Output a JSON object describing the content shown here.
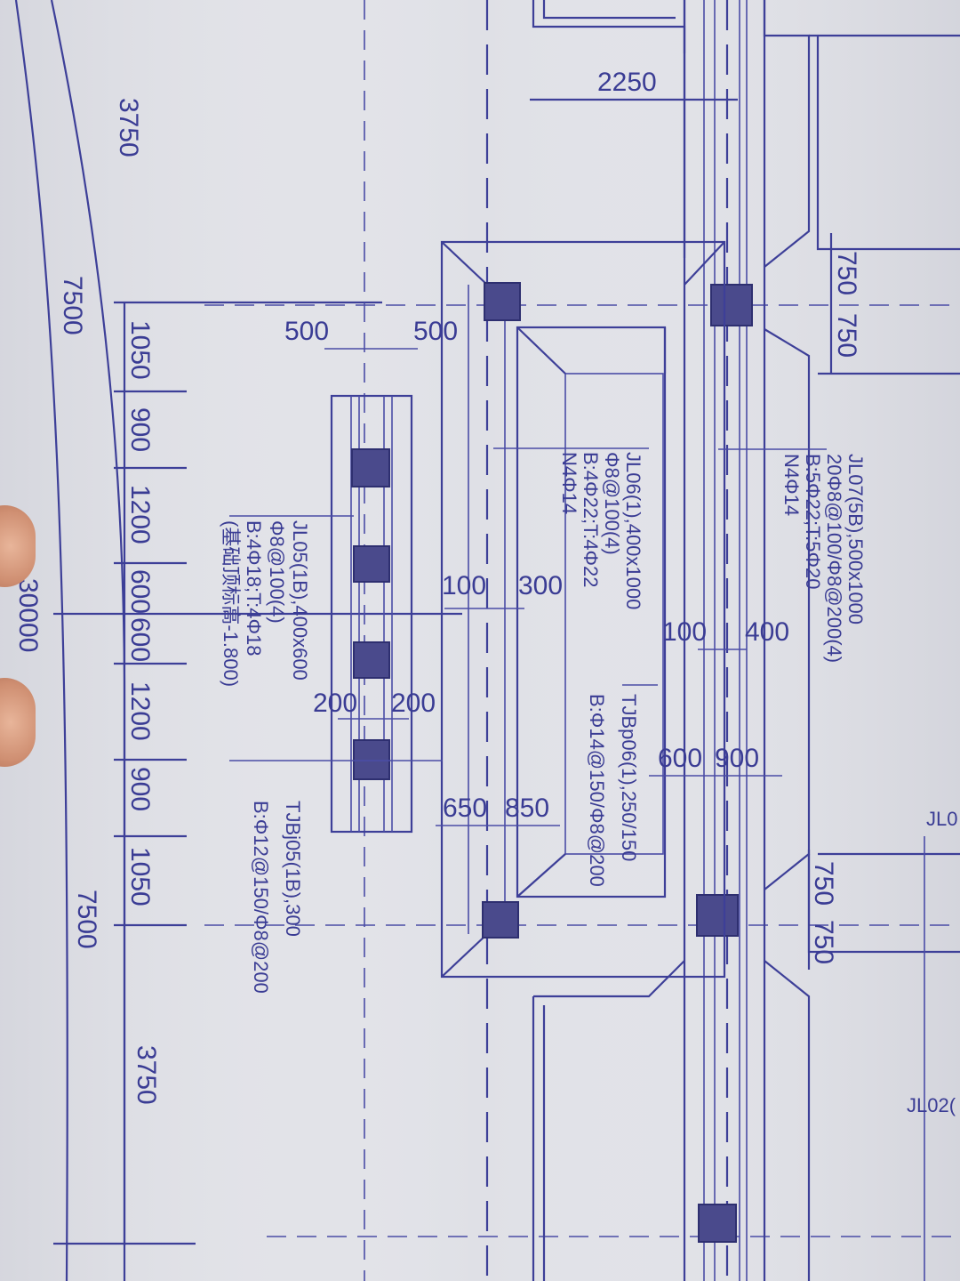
{
  "drawing": {
    "dims_left": {
      "top_span": "3750",
      "top_total": "7500",
      "segments": [
        "1050",
        "900",
        "1200",
        "600",
        "600",
        "1200",
        "900",
        "1050"
      ],
      "mid_total": "30000",
      "bottom_total": "7500",
      "bottom_span": "3750"
    },
    "dims_top": {
      "span": "2250"
    },
    "dims_jl05": {
      "left": "500",
      "right": "500",
      "col_left": "200",
      "col_right": "200"
    },
    "dims_jl06": {
      "left": "100",
      "right": "300",
      "pad_left": "650",
      "pad_right": "850"
    },
    "dims_jl07": {
      "left": "100",
      "right": "400",
      "pad_left": "600",
      "pad_right": "900"
    },
    "dims_right": {
      "top_a": "750",
      "top_b": "750",
      "bot_a": "750",
      "bot_b": "750"
    },
    "labels": {
      "jl07": [
        "JL07(5B),500x1000",
        "20Φ8@100/Φ8@200(4)",
        "B:5Φ22;T:5Φ20",
        "N4Φ14"
      ],
      "jl06": [
        "JL06(1),400x1000",
        "Φ8@100(4)",
        "B:4Φ22;T:4Φ22",
        "N4Φ14"
      ],
      "tjbp06": [
        "TJBp06(1),250/150",
        "B:Φ14@150/Φ8@200"
      ],
      "jl05": [
        "JL05(1B),400x600",
        "Φ8@100(4)",
        "B:4Φ18;T:4Φ18",
        "(基础顶标高-1.800)"
      ],
      "tjbj05": [
        "TJBj05(1B),300",
        "B:Φ12@150/Φ8@200"
      ],
      "edge_right": [
        "JL0",
        "JL02("
      ]
    }
  }
}
